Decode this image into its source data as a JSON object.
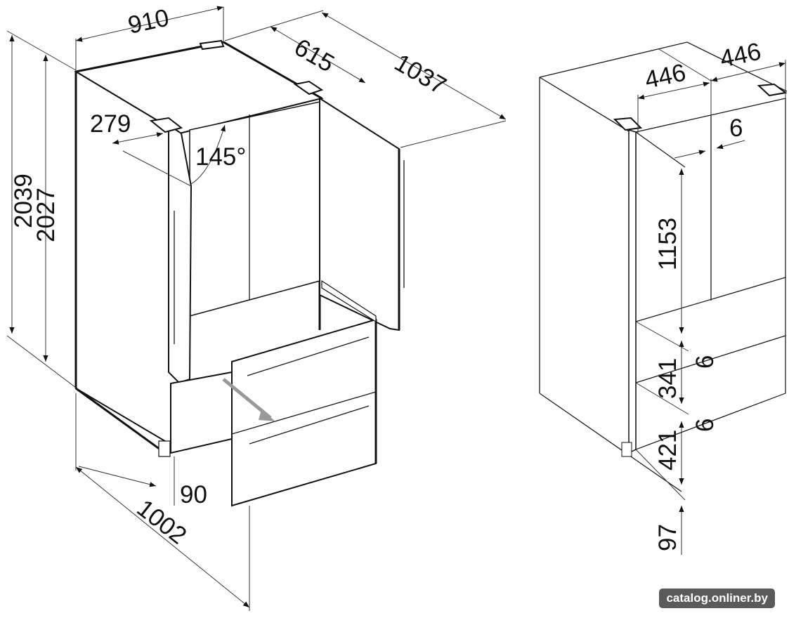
{
  "dimensions": {
    "width_total": "910",
    "depth_cabinet": "615",
    "depth_door_open": "1037",
    "door_clearance": "279",
    "door_angle": "145°",
    "height_total": "2039",
    "height_niche": "2027",
    "drawer_open_depth": "1002",
    "plinth": "90",
    "niche_width_left": "446",
    "niche_width_right": "446",
    "gap_top": "6",
    "fridge_height": "1153",
    "gap_mid": "6",
    "drawer_upper_height": "341",
    "gap_low": "6",
    "drawer_lower_height": "421",
    "base_height": "97"
  },
  "watermark": "catalog.onliner.by"
}
